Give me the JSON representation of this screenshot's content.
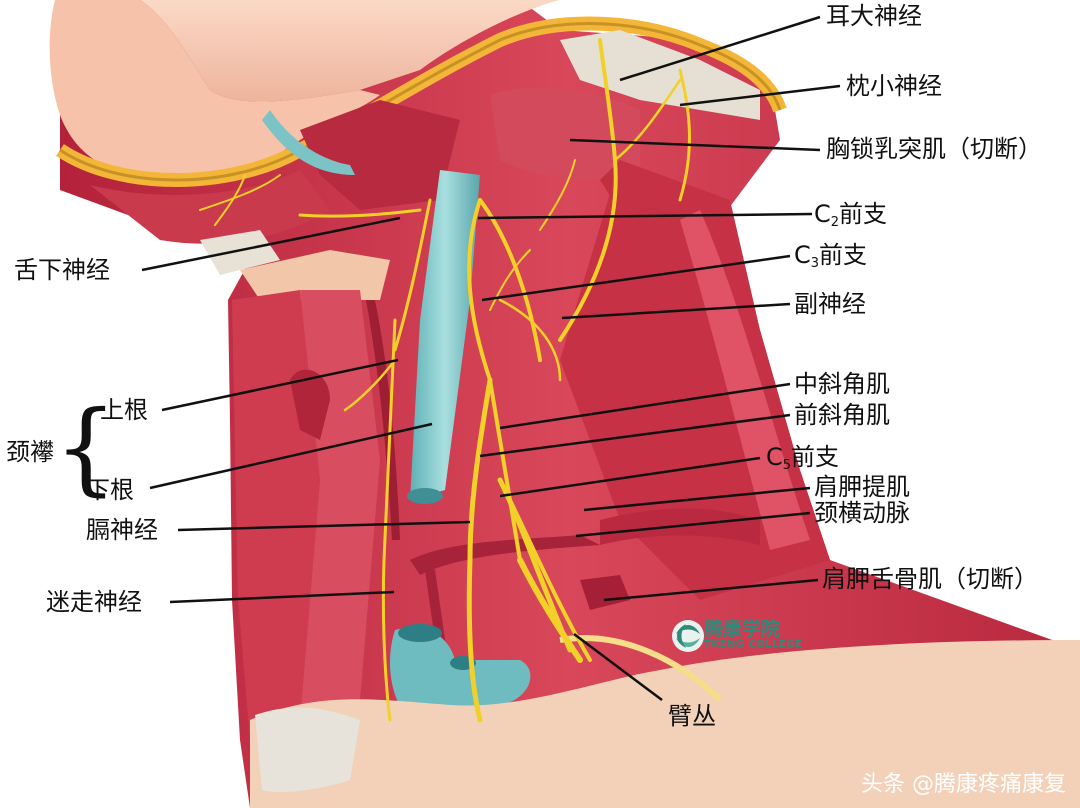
{
  "labels": {
    "great_auricular": "耳大神经",
    "lesser_occipital": "枕小神经",
    "scm_cut": "胸锁乳突肌（切断）",
    "c2_prefix": "C",
    "c2_sub": "2",
    "c2_suffix": "前支",
    "c3_prefix": "C",
    "c3_sub": "3",
    "c3_suffix": "前支",
    "accessory": "副神经",
    "hypoglossal": "舌下神经",
    "middle_scalene": "中斜角肌",
    "anterior_scalene": "前斜角肌",
    "c5_prefix": "C",
    "c5_sub": "5",
    "c5_suffix": "前支",
    "levator_scapulae": "肩胛提肌",
    "transverse_cervical_artery": "颈横动脉",
    "omohyoid_cut": "肩胛舌骨肌（切断）",
    "superior_root": "上根",
    "ansa_cervicalis": "颈襻",
    "inferior_root": "下根",
    "phrenic": "膈神经",
    "vagus": "迷走神经",
    "brachial_plexus": "臂丛"
  },
  "watermark": {
    "name_cn": "腾康学院",
    "name_en": "TKENG COLLEGE"
  },
  "credit": "头条 @腾康疼痛康复",
  "colors": {
    "muscle": "#c9344a",
    "muscle_dark": "#9e1f34",
    "nerve": "#f2d02a",
    "vein": "#7cc3c6",
    "skin": "#f7c9b0",
    "fat": "#f6d77a"
  }
}
